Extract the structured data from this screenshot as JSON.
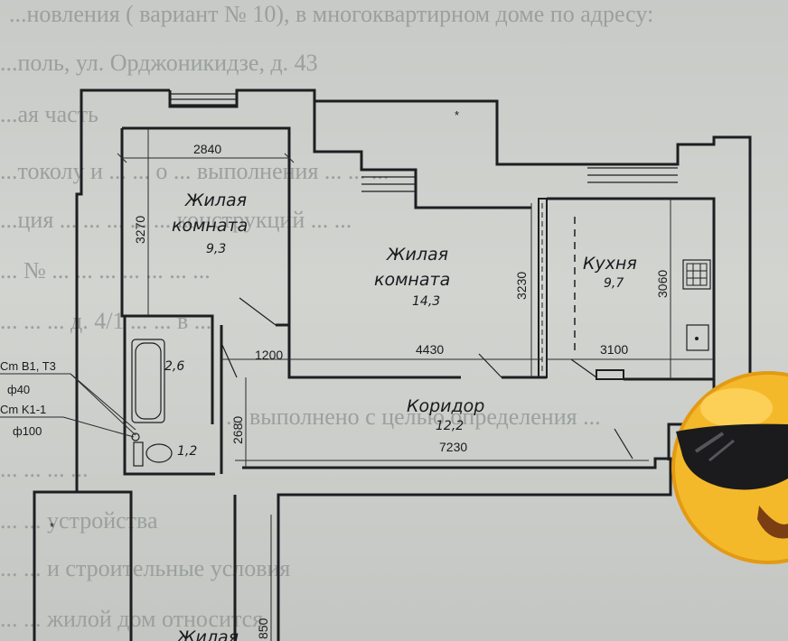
{
  "background_text": [
    "...новления ( вариант № 10), в многоквартирном доме по адресу:",
    "...поль, ул. Орджоникидзе, д. 43",
    "...ая часть",
    "...токолу и ... ... о ... выполнения ... ... ...",
    "...ция ... ... ... ... ... конструкций ... ...",
    "... № ... ... ... ... ... ... ...",
    "... ... ... д. 4/1 ... ... в ...",
    "... выполнено с целью определения ...",
    "... ... ... ...",
    "... ... устройства",
    "... ... и строительные условия",
    "... ... жилой дом относится"
  ],
  "rooms": [
    {
      "name": "Жилая комната",
      "line1": "Жилая",
      "line2": "комната",
      "area": "9,3"
    },
    {
      "name": "Жилая комната",
      "line1": "Жилая",
      "line2": "комната",
      "area": "14,3"
    },
    {
      "name": "Кухня",
      "area": "9,7"
    },
    {
      "name": "Коридор",
      "area": "12,2"
    },
    {
      "name": "bathroom",
      "area": "2,6"
    },
    {
      "name": "toilet",
      "area": "1,2"
    },
    {
      "name": "Жилая",
      "partial": true
    }
  ],
  "dimensions": [
    "2840",
    "3270",
    "3230",
    "3060",
    "4430",
    "3100",
    "1200",
    "2680",
    "7230",
    "850"
  ],
  "pipe_labels": {
    "line1": "Cm B1, T3",
    "line2": "ф40",
    "line3": "Cm K1-1",
    "line4": "ф100"
  },
  "colors": {
    "paper": "#c9ccc8",
    "ink": "#1e1e22",
    "faint_text": "#9aa09e",
    "emoji_face": "#f4b92a",
    "sunglasses": "#1b1b1d"
  },
  "sticker": {
    "icon": "sunglasses-emoji-icon"
  }
}
